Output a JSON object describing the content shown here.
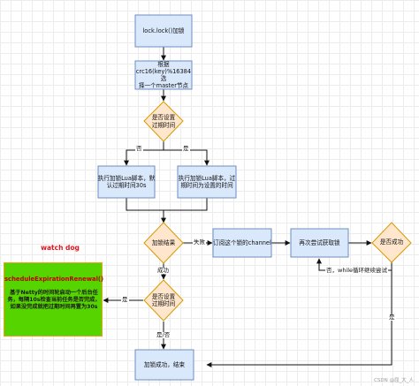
{
  "nodes": {
    "lock_call": "lock.lock()加锁",
    "crc16": "根据\ncrc16(key)%16384选\n择一个master节点",
    "expire_decision_top": "是否设置\n过期时间",
    "lua_default_30s": "执行加锁Lua脚本，默\n认过期时间30s",
    "lua_custom_expire": "执行加锁Lua脚本，过\n期时间为设置的时间",
    "lock_result": "加锁结果",
    "subscribe_channel": "订阅这个锁的channel",
    "retry_acquire": "再次尝试获取锁",
    "success_decision": "是否成功",
    "expire_decision_bottom": "是否设置\n过期时间",
    "lock_success_end": "加锁成功，结束"
  },
  "edge_labels": {
    "no_top": "否",
    "yes_top": "是",
    "fail": "失败",
    "success": "成功",
    "retry_no": "否，while循环继续尝试",
    "yes_right": "是",
    "yes_left": "是",
    "yes_no": "是/否"
  },
  "watchdog": {
    "title": "watch dog",
    "function": "scheduleExpirationRenewal()",
    "description": "基于Netty的时间轮启动一个后台任务，每隔10s检查当前任务是否完成，如果没完成就把过期时间再置为30s"
  },
  "watermark": "CSDN @屈_大_人",
  "colors": {
    "process_fill": "#dae8fc",
    "process_stroke": "#6c8ebf",
    "decision_fill": "#ffe6cc",
    "decision_stroke": "#d79b00",
    "watchdog_fill": "#55d400",
    "watchdog_border": "#e8a317",
    "watchdog_title": "#e0141e"
  }
}
